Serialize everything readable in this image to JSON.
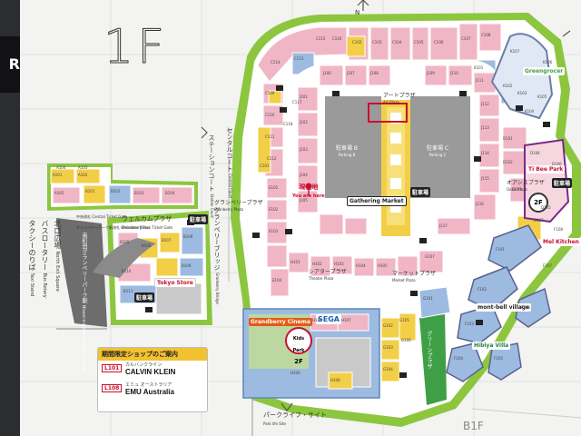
{
  "floor_label": "1F",
  "wall_sign": "R",
  "compass_letter": "N",
  "basement_label": "B1F",
  "you_are_here": {
    "jp": "現在地",
    "en": "You are here"
  },
  "plazas": {
    "air_plaza": {
      "jp": "アートプラザ",
      "en": "Art Plaza"
    },
    "station_court": {
      "jp": "ステーションコート",
      "en": "Station Court"
    },
    "central_court": {
      "jp": "センタルコート",
      "en": "Central Court"
    },
    "cranberry_bridge": {
      "jp": "グランベリーブリッジ",
      "en": "Granberry Bridge"
    },
    "cranberry_plaza": {
      "jp": "グランベリープラザ",
      "en": "Granberry Plaza"
    },
    "welcome_plaza": {
      "jp": "ウェルカムプラザ",
      "en": "Welcome Plaza"
    },
    "theater_plaza": {
      "jp": "シアタープラザ",
      "en": "Theater Plaza"
    },
    "market_plaza": {
      "jp": "マーケットプラザ",
      "en": "Market Plaza"
    },
    "oasis_plaza": {
      "jp": "オアシスプラザ",
      "en": "Oasis Plaza"
    },
    "park_life_site": {
      "jp": "パークライフ・サイト",
      "en": "Park life Site"
    },
    "green_plaza": {
      "jp": "グリーンプラザ",
      "en": ""
    }
  },
  "left_area": {
    "north_square": {
      "jp": "北口広場",
      "en": "North Exit Square"
    },
    "bus_rotary": {
      "jp": "バスロータリー",
      "en": "Bus Rotary"
    },
    "taxi": {
      "jp": "タクシーのりば",
      "en": "Taxi Stand"
    },
    "station": {
      "jp": "南町田グランベリーパーク駅",
      "en": "Minami-machida Grandberry Park Sta."
    },
    "central_gate": {
      "jp": "中央改札",
      "en": "Central Ticket Gate"
    },
    "station_gate": {
      "jp": "グランベリーパーク駅改札",
      "en": "Grandberry Park Ticket Gate"
    }
  },
  "parking": {
    "b": {
      "jp": "駐車場 B",
      "en": "Parking B"
    },
    "c": {
      "jp": "駐車場 C",
      "en": "Parking C"
    },
    "label": "駐車場"
  },
  "named_stores": {
    "gathering_market": "Gathering Market",
    "tokyo_store": "Tokyo Store",
    "sega": "SEGA",
    "mont_bell": "mont-bell village",
    "hibiya": "Hibiya Villa",
    "cinema": "Grandberry Cinema",
    "tibi": "Ti Bee Park",
    "mel": "Mel Kitchen",
    "green_shop": "Greengrocer",
    "kids": "Kids Park",
    "2f": "2F"
  },
  "legend": {
    "title": "期間限定ショップのご案内",
    "items": [
      {
        "code": "L101",
        "jp": "カルバンクライン",
        "en": "CALVIN KLEIN"
      },
      {
        "code": "L108",
        "jp": "エミュ オーストラリア",
        "en": "EMU Australia"
      }
    ]
  },
  "shop_labels": {
    "c101": "C101",
    "c102": "C102",
    "c103": "C103",
    "c104": "C104",
    "c105": "C105",
    "c106": "C106",
    "c107": "C107",
    "c108": "C108",
    "c109": "C109",
    "c110": "C110",
    "c111": "C111",
    "c112": "C112",
    "c113": "C113",
    "c114": "C114",
    "c115": "C115",
    "c116": "C116",
    "c117": "C117",
    "c118": "C118",
    "d101": "D101",
    "d102": "D102",
    "d103": "D103",
    "d104": "D104",
    "d105": "D105",
    "d106": "D106",
    "d107": "D107",
    "j101": "J101",
    "j102": "J102",
    "j103": "J103",
    "j104": "J104",
    "j105": "J105",
    "j106": "J106",
    "j107": "J107",
    "j108": "J108",
    "j109": "J109",
    "j110": "J110",
    "j111": "J111",
    "j112": "J112",
    "j113": "J113",
    "j114": "J114",
    "j115": "J115",
    "j116": "J116",
    "j117": "J117",
    "e101": "E101",
    "e102": "E102",
    "e103": "E103",
    "e104": "E104",
    "a101": "A101",
    "a102": "A102",
    "a103": "A103",
    "a104": "A104",
    "a105": "A105",
    "b101": "B101",
    "b102": "B102",
    "b103": "B103",
    "b104": "B104",
    "b105": "B105",
    "b106": "B106",
    "b107": "B107",
    "b108": "B108",
    "b109": "B109",
    "b110": "B110",
    "b111": "B111",
    "h101": "H101",
    "h102": "H102",
    "h103": "H103",
    "h104": "H104",
    "h105": "H105",
    "h106": "H106",
    "h107": "H107",
    "h108": "H108",
    "h109": "H109",
    "f101": "F101",
    "f102": "F102",
    "f103": "F103",
    "f104": "F104",
    "f105": "F105",
    "f106": "F106",
    "f107": "F107",
    "f108": "F108",
    "g101": "G101",
    "g102": "G102",
    "g103": "G103",
    "g104": "G104",
    "g105": "G105",
    "g106": "G106",
    "g107": "G107",
    "k101": "K101",
    "k102": "K102",
    "k103": "K103",
    "k104": "K104",
    "k105": "K105",
    "k106": "K106",
    "k107": "K107"
  },
  "colors": {
    "pink": "#f1b6c6",
    "yellow": "#f3cf47",
    "blue": "#9dbbe0",
    "green": "#8cc63f",
    "gray": "#c9c9c9",
    "dark_gray": "#9a9a9a",
    "accent_red": "#c8102e",
    "path": "#ffffff"
  }
}
